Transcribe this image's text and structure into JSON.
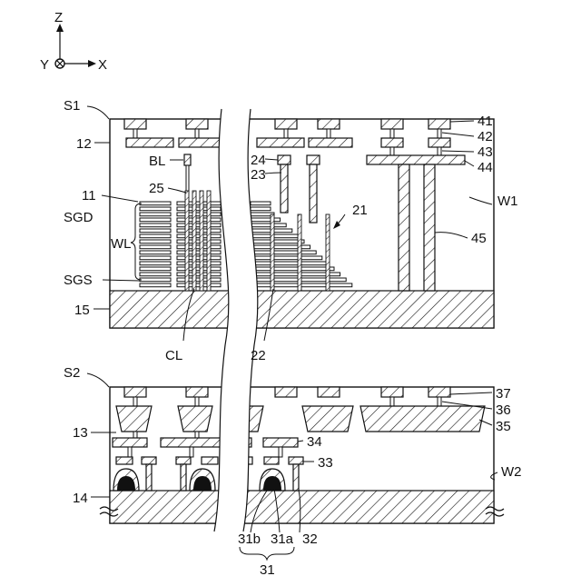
{
  "axes": {
    "z": "Z",
    "y": "Y",
    "x": "X"
  },
  "labels": {
    "s1": "S1",
    "s2": "S2",
    "l12": "12",
    "bl": "BL",
    "l25": "25",
    "l11": "11",
    "sgd": "SGD",
    "wl": "WL",
    "sgs": "SGS",
    "l15": "15",
    "cl": "CL",
    "l22": "22",
    "l24": "24",
    "l23": "23",
    "l21": "21",
    "l41": "41",
    "l42": "42",
    "l43": "43",
    "l44": "44",
    "w1": "W1",
    "l45": "45",
    "l13": "13",
    "l14": "14",
    "l34": "34",
    "l33": "33",
    "l37": "37",
    "l36": "36",
    "l35": "35",
    "w2": "W2",
    "l31b": "31b",
    "l31a": "31a",
    "l32": "32",
    "l31": "31"
  }
}
